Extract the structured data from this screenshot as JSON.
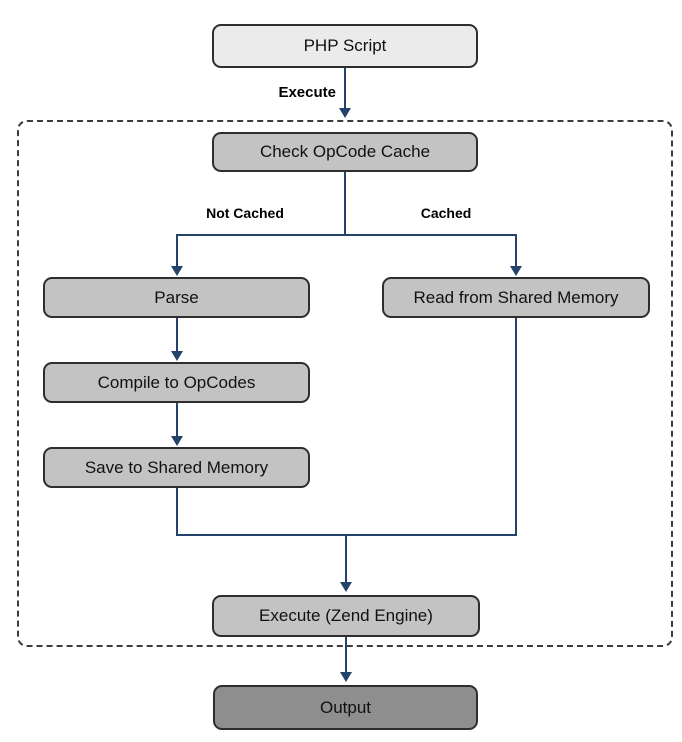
{
  "flowchart": {
    "nodes": {
      "php_script": "PHP Script",
      "check_opcode_cache": "Check OpCode Cache",
      "parse": "Parse",
      "compile_to_opcodes": "Compile to OpCodes",
      "save_to_shared_memory": "Save to Shared Memory",
      "read_from_shared_memory": "Read from Shared Memory",
      "execute_zend_engine": "Execute (Zend Engine)",
      "output": "Output"
    },
    "edge_labels": {
      "execute": "Execute",
      "not_cached": "Not Cached",
      "cached": "Cached"
    }
  },
  "colors": {
    "node_light": "#ebebeb",
    "node_mid": "#c3c3c3",
    "node_dark": "#8e8e8e",
    "node_border": "#2e2e2e",
    "arrow": "#24426a",
    "dashed_border": "#3c3c3c",
    "text": "#111111",
    "background": "#ffffff"
  }
}
